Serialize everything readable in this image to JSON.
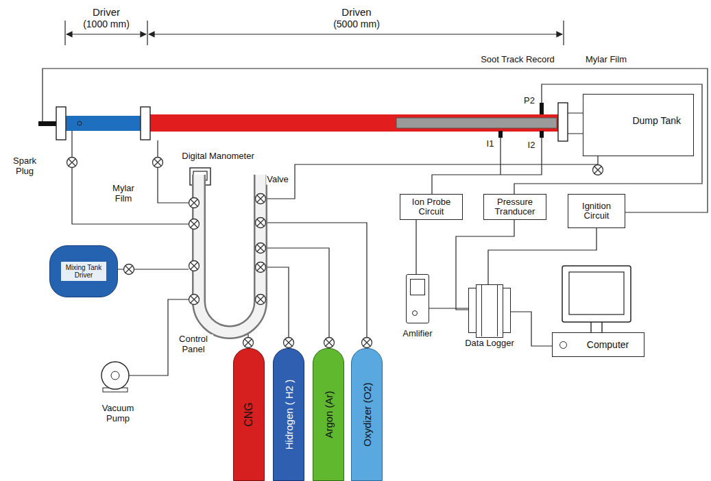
{
  "diagram": {
    "nodes": [
      {
        "text": [
          "Dump Tank"
        ]
      },
      {
        "text": [
          "Ion Probe Circuit"
        ]
      },
      {
        "text": [
          "Pressure Tranducer"
        ]
      },
      {
        "text": [
          "Ignition Circuit"
        ]
      },
      {
        "text": [
          "Mixing Tank Driver"
        ]
      },
      {
        "text": [
          "CNG"
        ]
      },
      {
        "text": [
          "Hidrogen ( H2 )"
        ]
      },
      {
        "text": [
          "Argon (Ar)"
        ]
      },
      {
        "text": [
          "Oxydizer (O2)"
        ]
      },
      {
        "text": [
          "Amlifier"
        ]
      },
      {
        "text": [
          "Data Logger"
        ]
      },
      {
        "text": [
          "Computer"
        ]
      }
    ],
    "edges": [
      {
        "from": 1,
        "to": 9,
        "arrow": "none"
      },
      {
        "from": 2,
        "to": 10,
        "arrow": "none"
      },
      {
        "from": 3,
        "to": 10,
        "arrow": "none"
      },
      {
        "from": 9,
        "to": 10,
        "arrow": "none"
      },
      {
        "from": 10,
        "to": 11,
        "arrow": "none"
      }
    ],
    "labels": [
      "Driver",
      "(1000 mm)",
      "Driven",
      "(5000 mm)",
      "Soot Track Record",
      "Mylar Film",
      "P2",
      "Spark Plug",
      "Mylar Film",
      "Digital Manometer",
      "Valve",
      "I1",
      "I2",
      "Control Panel",
      "Vacuum Pump"
    ]
  }
}
